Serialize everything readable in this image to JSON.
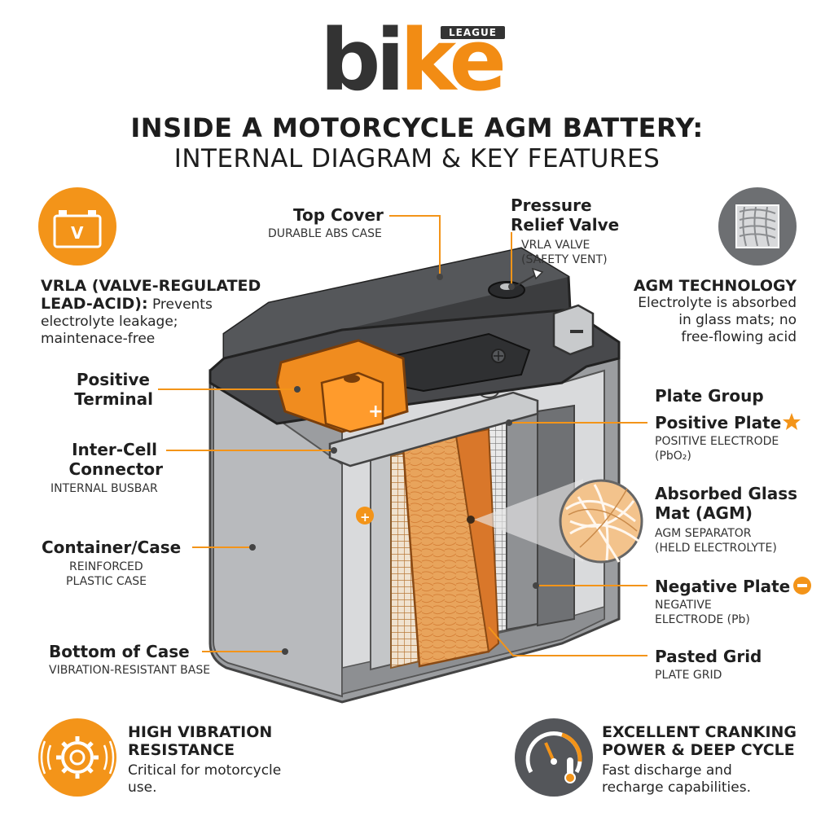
{
  "logo": {
    "word_part1": "bi",
    "word_part2": "ke",
    "tag": "LEAGUE"
  },
  "title": {
    "line1": "INSIDE A MOTORCYCLE AGM BATTERY:",
    "line2": "INTERNAL DIAGRAM & KEY FEATURES"
  },
  "features": {
    "vrla": {
      "heading": "VRLA (VALVE-REGULATED",
      "heading2": "LEAD-ACID):",
      "text1": " Prevents",
      "text2": "electrolyte leakage;",
      "text3": "maintenace-free",
      "icon": "battery-v-icon"
    },
    "agm": {
      "heading": "AGM TECHNOLOGY",
      "text1": "Electrolyte is absorbed",
      "text2": "in glass mats; no",
      "text3": "free-flowing acid",
      "icon": "glass-mat-icon"
    },
    "vibration": {
      "heading1": "HIGH VIBRATION",
      "heading2": "RESISTANCE",
      "text1": "Critical for motorcycle",
      "text2": "use.",
      "icon": "gear-vibration-icon"
    },
    "cranking": {
      "heading1": "EXCELLENT CRANKING",
      "heading2": "POWER & DEEP CYCLE",
      "text1": "Fast discharge and",
      "text2": "recharge capabilities.",
      "icon": "gauge-thermometer-icon"
    }
  },
  "labels": {
    "top_cover": {
      "title": "Top Cover",
      "sub": "DURABLE ABS CASE"
    },
    "pressure_valve": {
      "title1": "Pressure",
      "title2": "Relief Valve",
      "sub1": "VRLA VALVE",
      "sub2": "(SAFETY VENT)"
    },
    "positive_terminal": {
      "title1": "Positive",
      "title2": "Terminal"
    },
    "inter_cell": {
      "title1": "Inter-Cell",
      "title2": "Connector",
      "sub": "INTERNAL BUSBAR"
    },
    "container": {
      "title": "Container/Case",
      "sub1": "REINFORCED",
      "sub2": "PLASTIC CASE"
    },
    "bottom": {
      "title": "Bottom of Case",
      "sub": "VIBRATION-RESISTANT BASE"
    },
    "plate_group": {
      "title": "Plate Group"
    },
    "positive_plate": {
      "title": "Positive Plate",
      "sub1": "POSITIVE ELECTRODE",
      "sub2": "(PbO₂)"
    },
    "agm_mat": {
      "title1": "Absorbed Glass",
      "title2": "Mat (AGM)",
      "sub1": "AGM SEPARATOR",
      "sub2": "(HELD ELECTROLYTE)"
    },
    "negative_plate": {
      "title": "Negative Plate",
      "sub1": "NEGATIVE",
      "sub2": "ELECTRODE (Pb)"
    },
    "pasted_grid": {
      "title": "Pasted Grid",
      "sub": "PLATE GRID"
    }
  },
  "terminal_marks": {
    "plus": "+",
    "minus": "−"
  },
  "colors": {
    "accent": "#f39419",
    "dark": "#333333",
    "case_grey": "#8a8c8f"
  }
}
